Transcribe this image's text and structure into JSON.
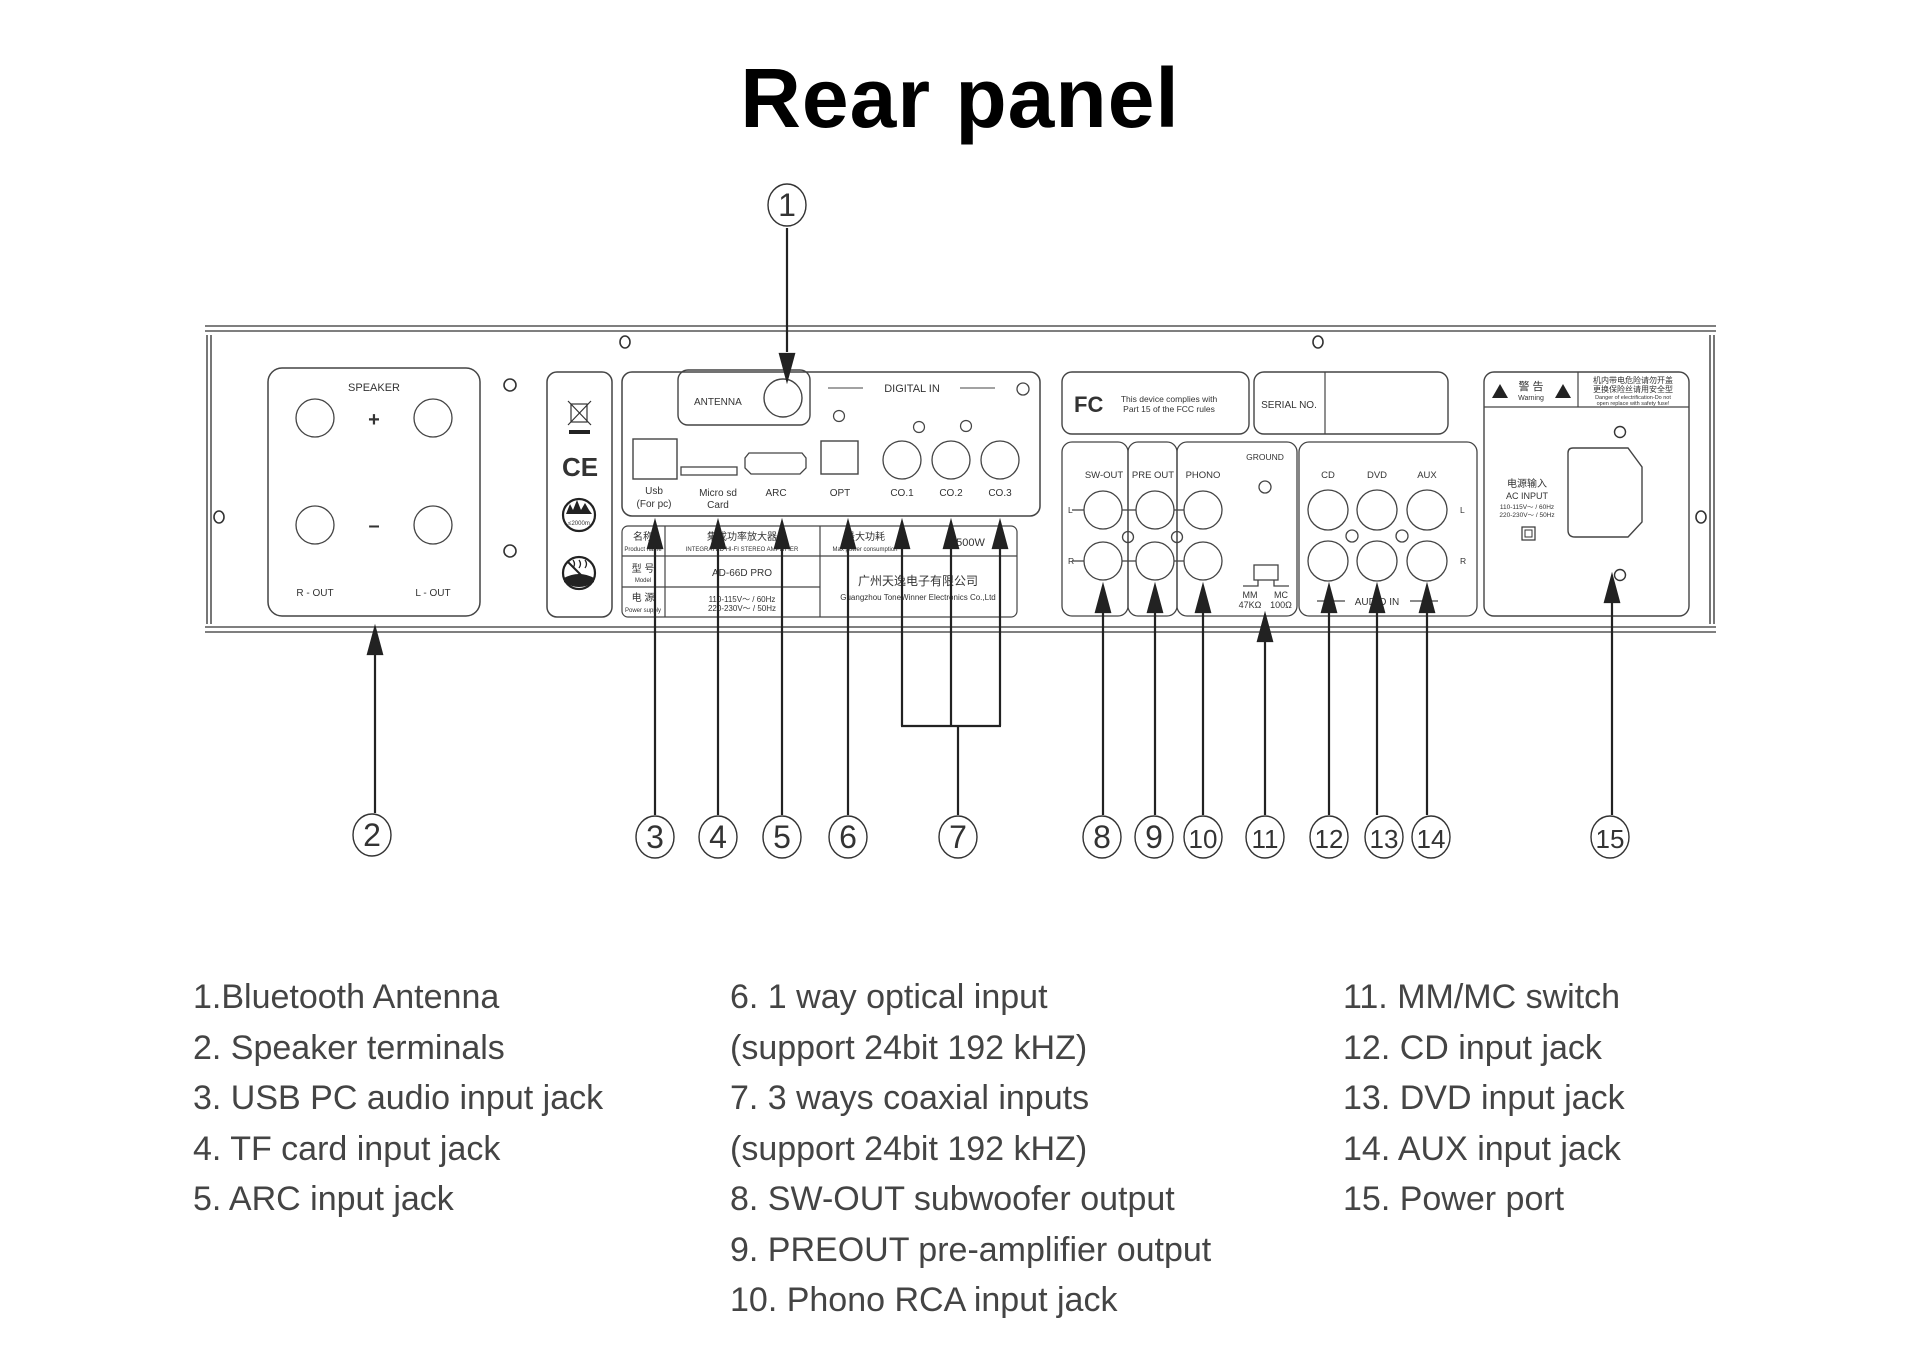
{
  "title": "Rear panel",
  "panel": {
    "speaker": {
      "label": "SPEAKER",
      "plus": "+",
      "minus": "–",
      "r_out": "R - OUT",
      "l_out": "L - OUT"
    },
    "antenna_label": "ANTENNA",
    "digital_in_label": "DIGITAL IN",
    "ports": {
      "usb": [
        "Usb",
        "(For pc)"
      ],
      "microsd": [
        "Micro sd",
        "Card"
      ],
      "arc": "ARC",
      "opt": "OPT",
      "co1": "CO.1",
      "co2": "CO.2",
      "co3": "CO.3"
    },
    "product_label": {
      "row1_cn": "名称",
      "row1_en": "Product name",
      "row1_val_cn": "集成功率放大器",
      "row1_val_en": "INTEGRATED HI-FI STEREO AMPLIFIER",
      "power_cn": "最大功耗",
      "power_en": "Max power consumption",
      "power_val": "＜500W",
      "row2_cn": "型 号",
      "row2_en": "Model",
      "model": "AD-66D  PRO",
      "row3_cn": "电 源",
      "row3_en": "Power supply",
      "supply_1": "110-115V～ / 60Hz",
      "supply_2": "220-230V～ / 50Hz",
      "company_cn": "广州天逸电子有限公司",
      "company_en": "Guangzhou ToneWinner Electronics Co.,Ltd"
    },
    "fcc": {
      "logo": "FC",
      "line1": "This device complies with",
      "line2": "Part 15 of the FCC rules"
    },
    "serial_label": "SERIAL NO.",
    "analog": {
      "sw_out": "SW-OUT",
      "pre_out": "PRE OUT",
      "phono": "PHONO",
      "ground": "GROUND",
      "l": "L",
      "r": "R",
      "mm": "MM",
      "mc": "MC",
      "mm_val": "47KΩ",
      "mc_val": "100Ω",
      "cd": "CD",
      "dvd": "DVD",
      "aux": "AUX",
      "audio_in": "AUDIO IN"
    },
    "warning": {
      "title_cn": "警 告",
      "title_en": "Warning",
      "text_cn1": "机内带电危险请勿开盖",
      "text_cn2": "更换保险丝请用安全型",
      "text_en1": "Danger of electrification-Do not",
      "text_en2": "open replace with safety fuse!"
    },
    "ac_input": {
      "cn": "电源输入",
      "en": "AC INPUT",
      "v1": "110-115V～ / 60Hz",
      "v2": "220-230V～ / 50Hz"
    },
    "cert_icons": [
      "weee-bin-icon",
      "ce-mark-icon",
      "altitude-2000m-icon",
      "no-tropical-climate-icon"
    ]
  },
  "callouts": [
    "1",
    "2",
    "3",
    "4",
    "5",
    "6",
    "7",
    "8",
    "9",
    "10",
    "11",
    "12",
    "13",
    "14",
    "15"
  ],
  "legend": {
    "col1": [
      "1.Bluetooth Antenna",
      "2. Speaker terminals",
      "3. USB PC audio input jack",
      "4. TF card input jack",
      "5. ARC input jack"
    ],
    "col2": [
      "6. 1 way optical input",
      "(support 24bit 192 kHZ)",
      "7. 3 ways coaxial inputs",
      "(support 24bit 192 kHZ)",
      "8. SW-OUT subwoofer output",
      "9. PREOUT pre-amplifier output",
      "10. Phono RCA input jack"
    ],
    "col3": [
      "11. MM/MC switch",
      "12. CD input jack",
      "13. DVD input jack",
      "14. AUX input jack",
      "15. Power port"
    ]
  }
}
